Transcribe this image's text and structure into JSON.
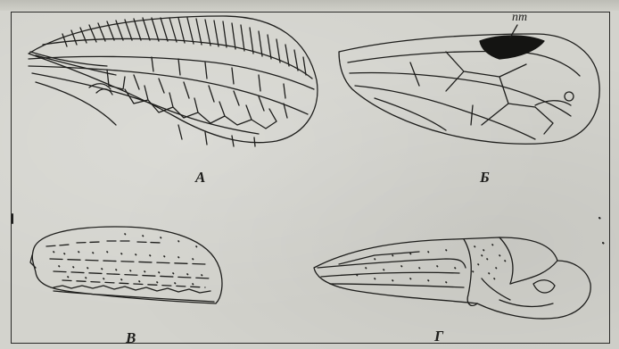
{
  "figure": {
    "labels": {
      "a": "А",
      "b": "Б",
      "v": "В",
      "g": "Г"
    },
    "annotation": "пт"
  },
  "colors": {
    "ink": "#1e1e1c",
    "paper": "#d3d3cd"
  }
}
